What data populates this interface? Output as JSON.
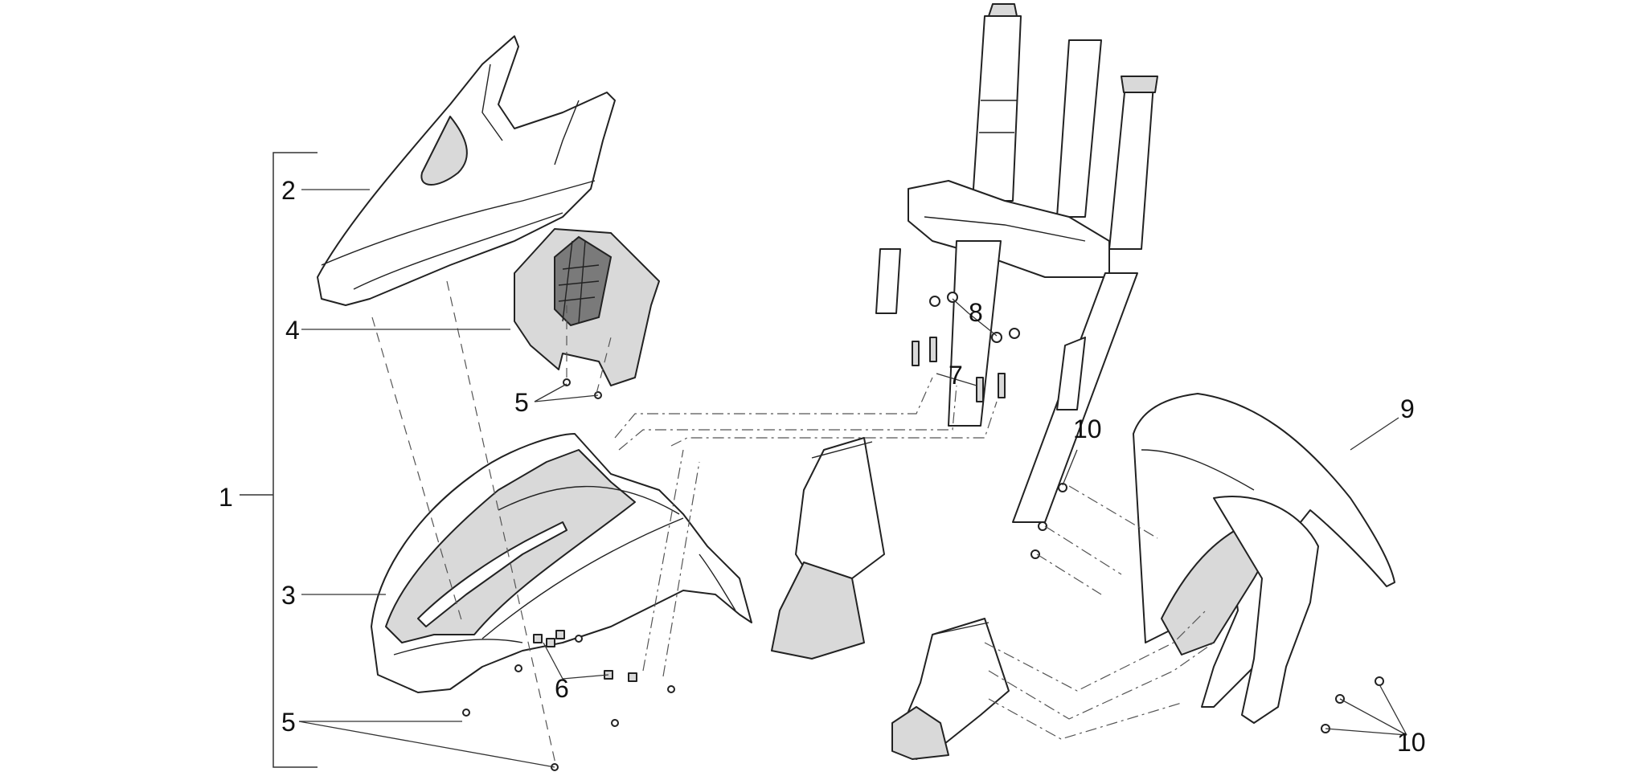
{
  "callouts": {
    "c1": "1",
    "c2": "2",
    "c3": "3",
    "c4": "4",
    "c5a": "5",
    "c5b": "5",
    "c6": "6",
    "c7": "7",
    "c8": "8",
    "c9": "9",
    "c10a": "10",
    "c10b": "10"
  },
  "colors": {
    "line": "#222222",
    "fill_shade": "#d9d9d9",
    "background": "#ffffff"
  }
}
